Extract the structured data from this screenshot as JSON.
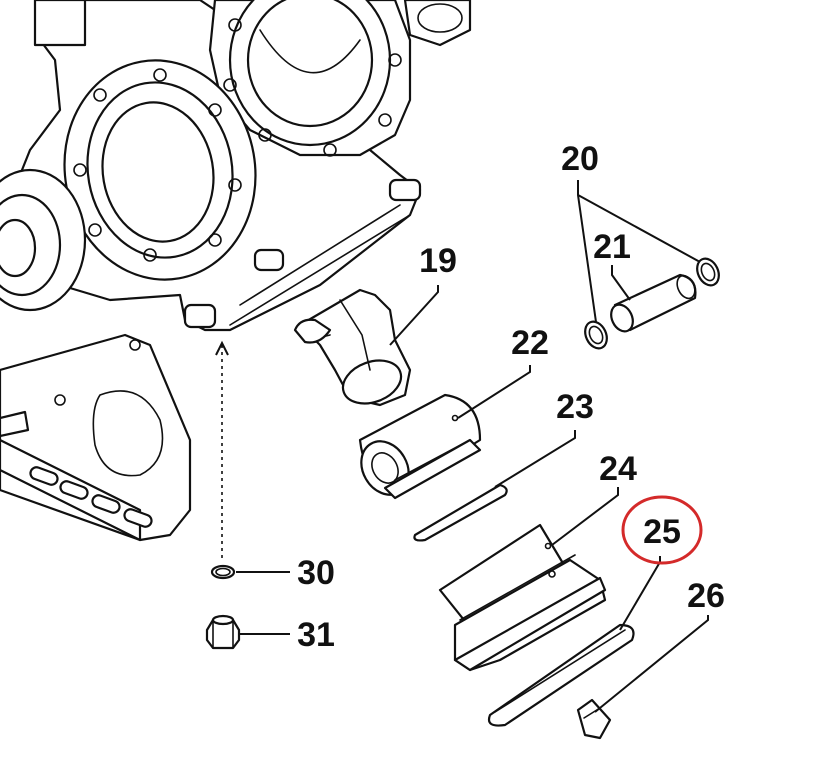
{
  "callouts": {
    "c19": "19",
    "c20": "20",
    "c21": "21",
    "c22": "22",
    "c23": "23",
    "c24": "24",
    "c25": "25",
    "c26": "26",
    "c30": "30",
    "c31": "31"
  },
  "highlight": {
    "callout": "25",
    "color": "#d42a2a"
  },
  "colors": {
    "line": "#111111",
    "background": "#ffffff"
  }
}
